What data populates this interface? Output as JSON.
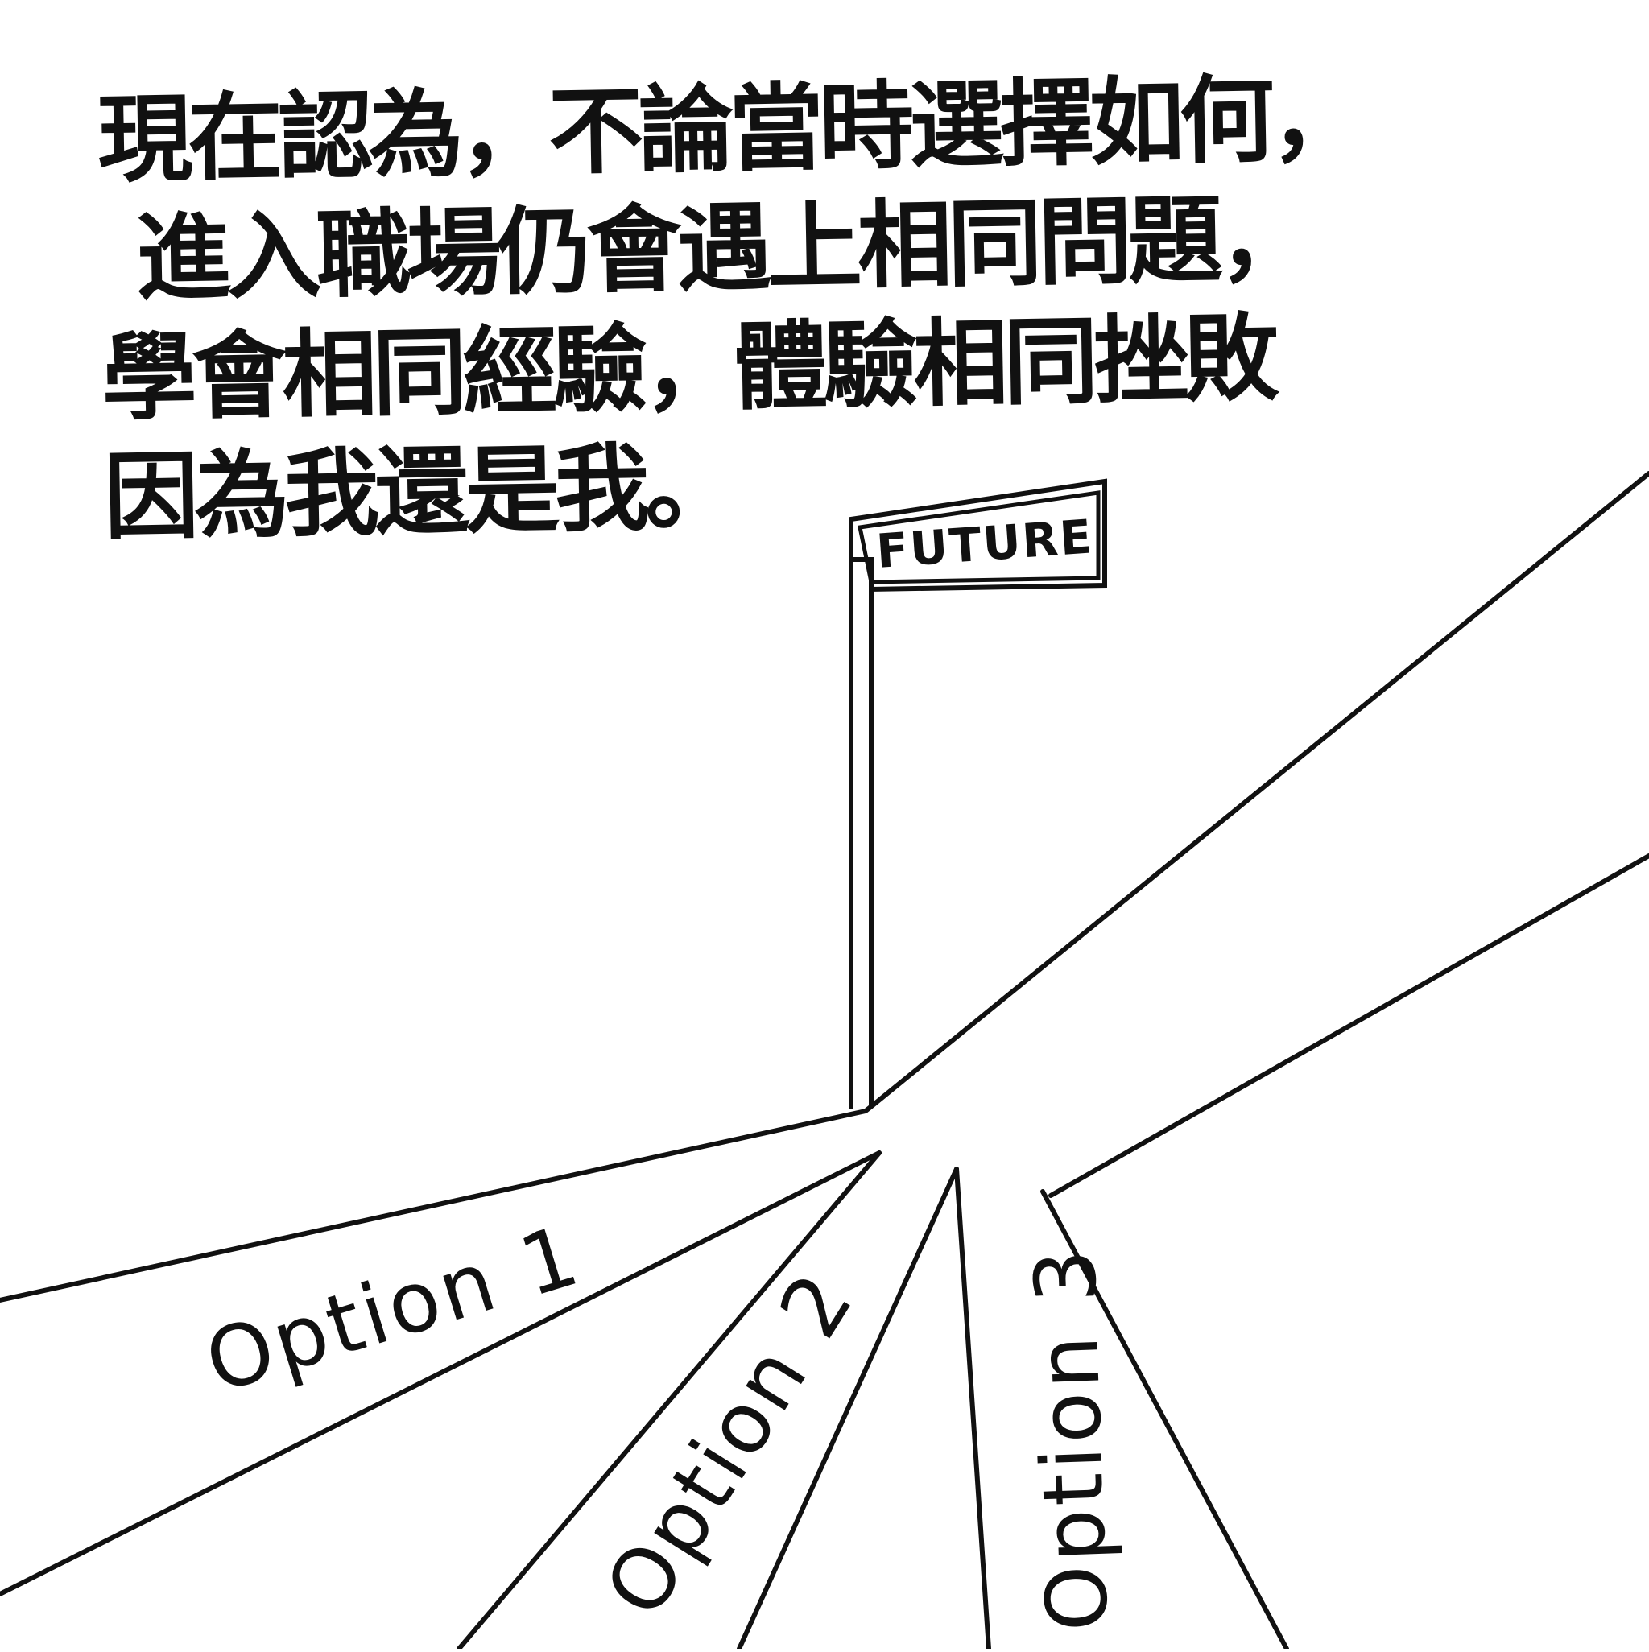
{
  "caption": {
    "language": "zh-Hant",
    "lines": [
      "現在認為，不論當時選擇如何，",
      "進入職場仍會遇上相同問題，",
      "學會相同經驗，體驗相同挫敗",
      "因為我還是我。"
    ]
  },
  "signpost": {
    "label": "FUTURE"
  },
  "roads": [
    {
      "id": "option-1",
      "label": "Option 1"
    },
    {
      "id": "option-2",
      "label": "Option 2"
    },
    {
      "id": "option-3",
      "label": "Option 3"
    }
  ],
  "colors": {
    "ink": "#111111",
    "paper": "#ffffff"
  }
}
